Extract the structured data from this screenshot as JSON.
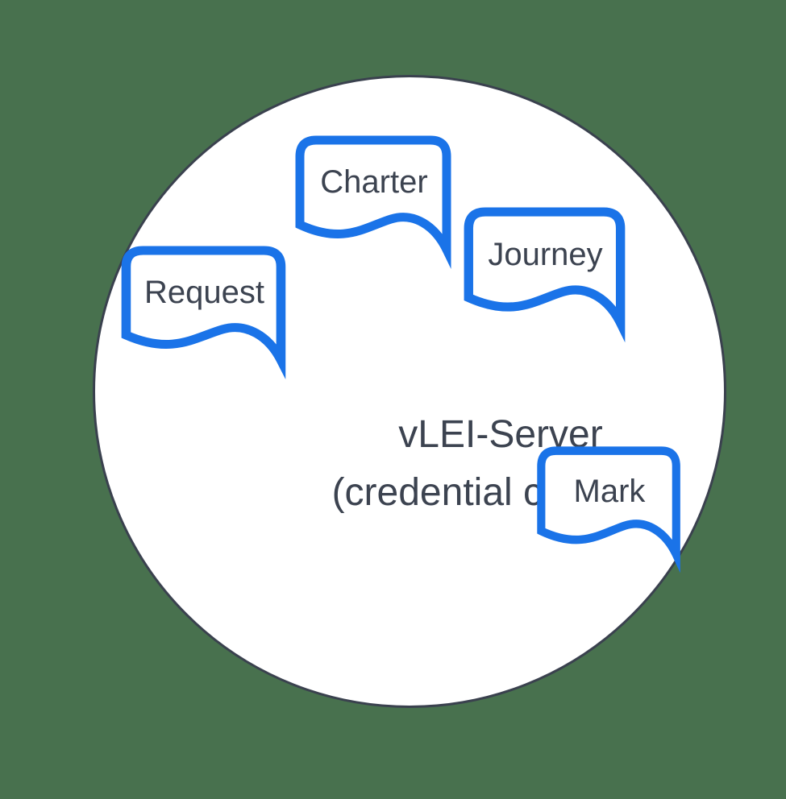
{
  "diagram": {
    "server": {
      "title": "vLEI-Server",
      "subtitle": "(credential caching)"
    },
    "credentials": [
      {
        "label": "Charter",
        "icon": "document-wave-icon"
      },
      {
        "label": "Journey",
        "icon": "document-wave-icon"
      },
      {
        "label": "Request",
        "icon": "document-wave-icon"
      },
      {
        "label": "Mark",
        "icon": "document-wave-icon"
      }
    ],
    "colors": {
      "bg": "#48714E",
      "accent": "#1A73E8",
      "ink": "#3C4350",
      "outline": "#3A414E",
      "fill": "#FFFFFF"
    }
  }
}
